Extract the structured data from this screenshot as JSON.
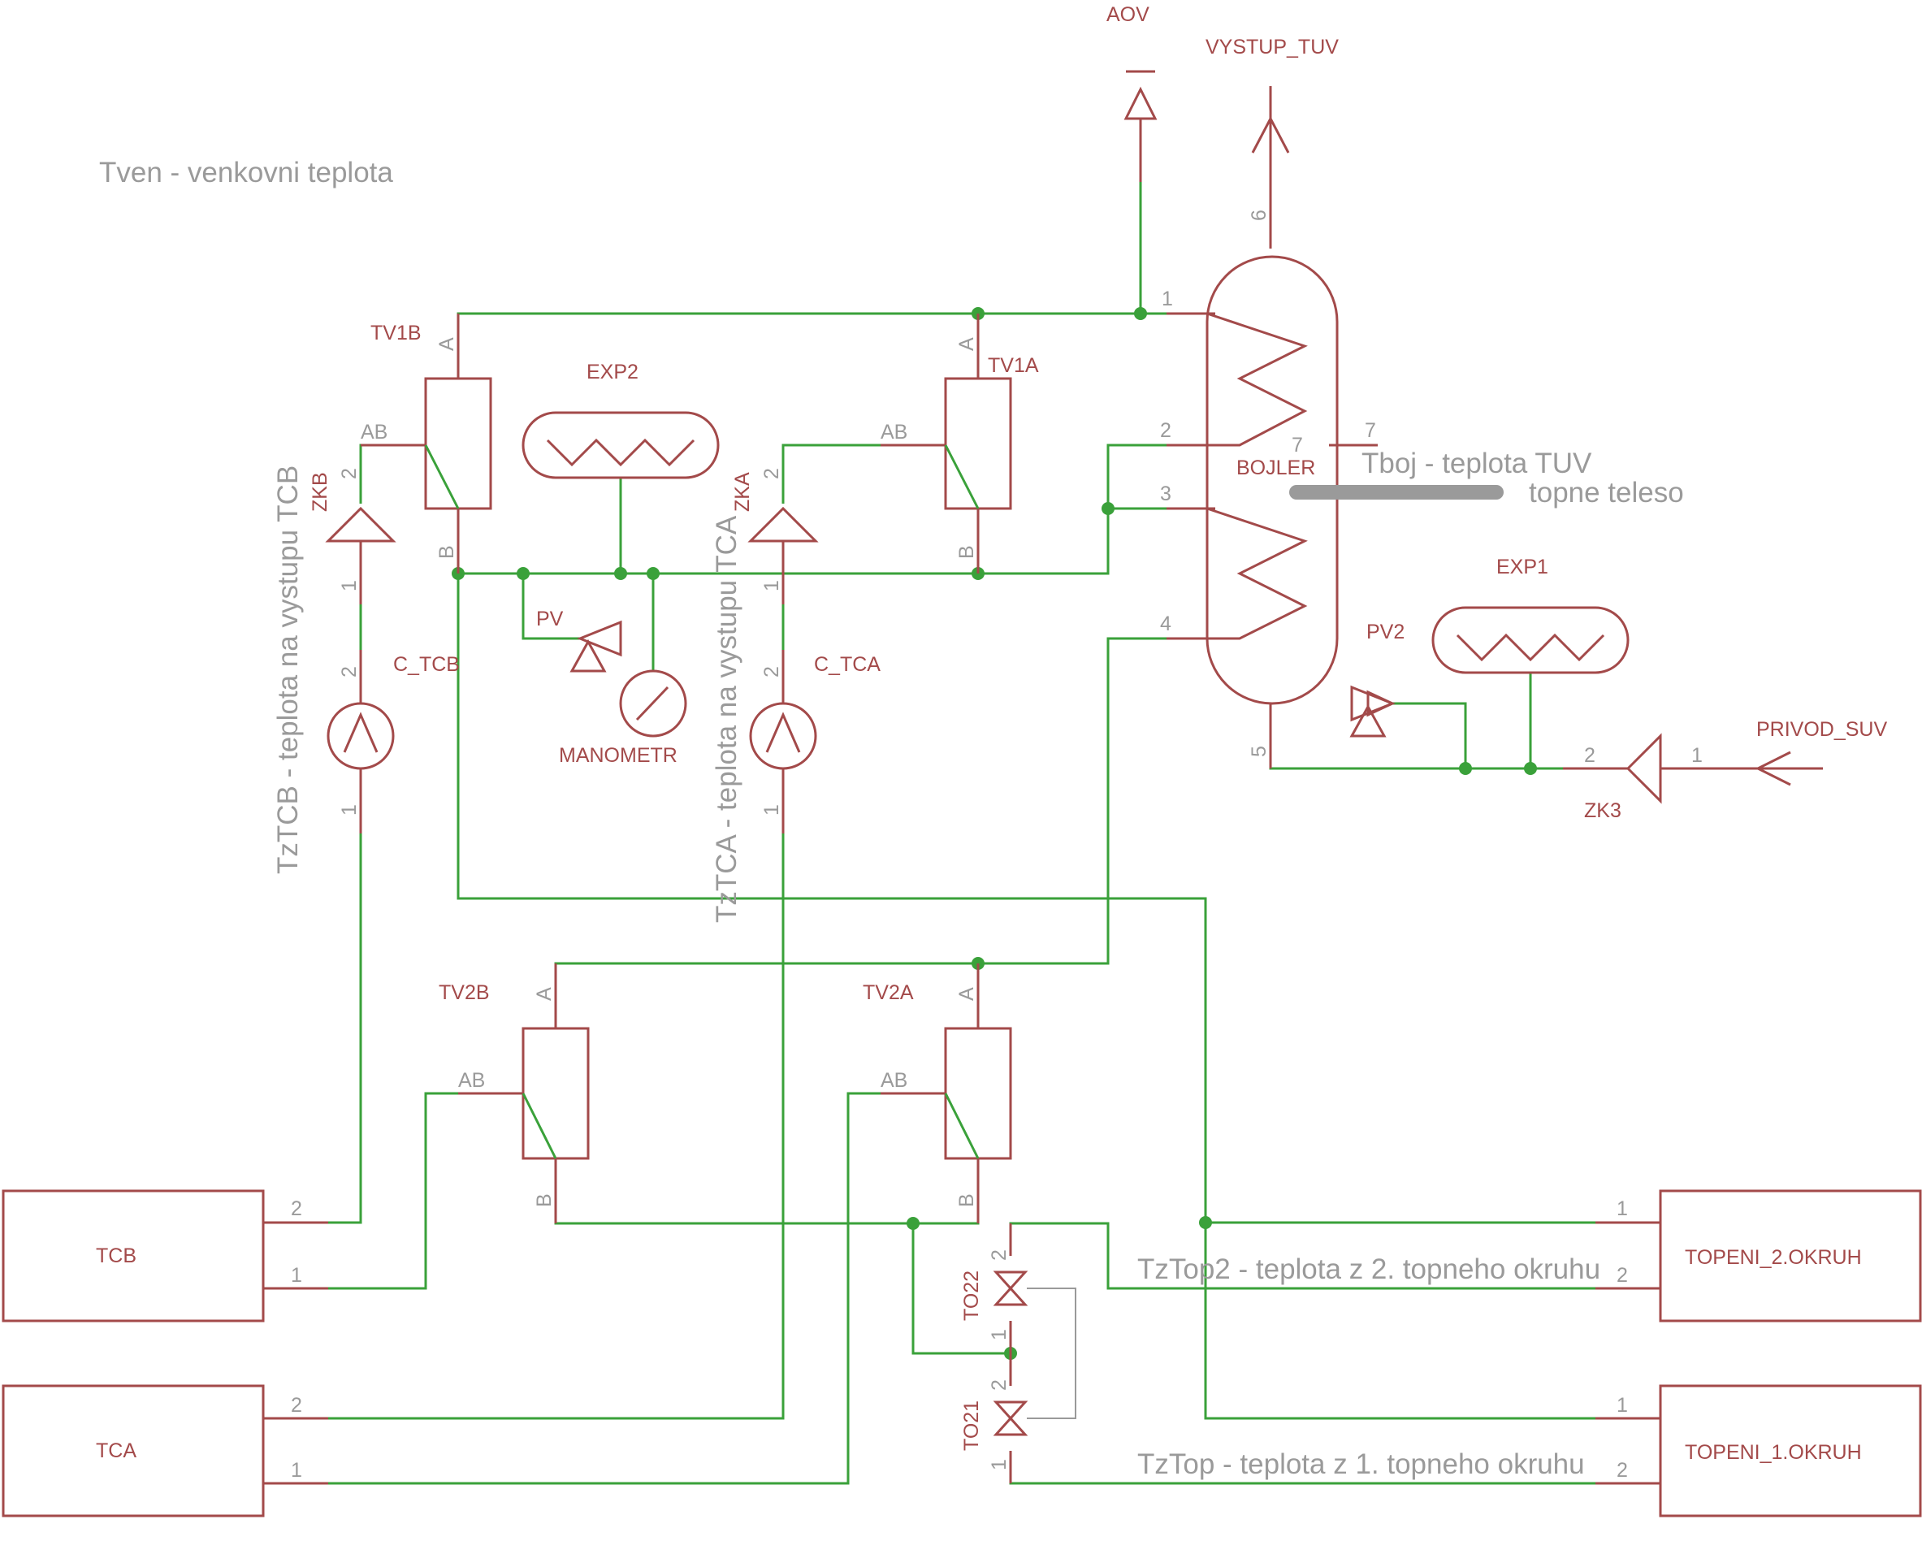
{
  "notes": {
    "tven": "Tven - venkovni teplota",
    "tztcb": "TzTCB - teplota na vystupu TCB",
    "tztca": "TzTCA - teplota na vystupu TCA",
    "tboj": "Tboj - teplota TUV",
    "topne": "topne teleso",
    "tztop2": "TzTop2 - teplota z 2. topneho okruhu",
    "tztop": "TzTop - teplota z 1. topneho okruhu"
  },
  "components": {
    "aov": "AOV",
    "vystup_tuv": "VYSTUP_TUV",
    "tv1b": "TV1B",
    "tv1a": "TV1A",
    "tv2b": "TV2B",
    "tv2a": "TV2A",
    "exp2": "EXP2",
    "exp1": "EXP1",
    "pv": "PV",
    "pv2": "PV2",
    "manometr": "MANOMETR",
    "c_tcb": "C_TCB",
    "c_tca": "C_TCA",
    "zkb": "ZKB",
    "zka": "ZKA",
    "zk3": "ZK3",
    "bojler": "BOJLER",
    "privod_suv": "PRIVOD_SUV",
    "tcb": "TCB",
    "tca": "TCA",
    "topeni2": "TOPENI_2.OKRUH",
    "topeni1": "TOPENI_1.OKRUH",
    "to22": "TO22",
    "to21": "TO21"
  },
  "pins": {
    "a": "A",
    "b": "B",
    "ab": "AB",
    "p1": "1",
    "p2": "2",
    "p3": "3",
    "p4": "4",
    "p5": "5",
    "p6": "6",
    "p7": "7"
  },
  "colors": {
    "symbol": "#a34a4a",
    "wire": "#3aa13a",
    "pin_text": "#9a9a9a"
  }
}
